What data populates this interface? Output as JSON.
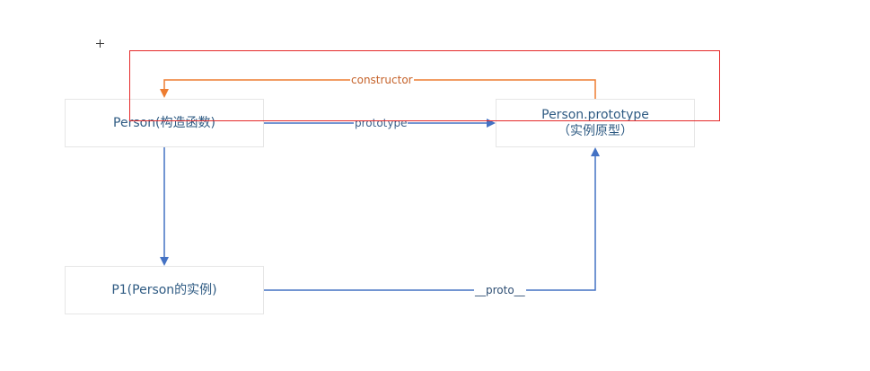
{
  "nodes": {
    "person": {
      "label": "Person(构造函数)"
    },
    "person_prototype": {
      "line1": "Person.prototype",
      "line2": "（实例原型）"
    },
    "p1": {
      "label": "P1(Person的实例)"
    }
  },
  "edges": {
    "prototype": {
      "label": "prototype",
      "color": "#4472c4"
    },
    "constructor": {
      "label": "constructor",
      "color": "#ed7d31"
    },
    "proto": {
      "label": "__proto__",
      "color": "#4472c4"
    },
    "instantiation": {
      "color": "#4472c4"
    }
  },
  "highlight": {
    "color": "#e52a2a"
  },
  "cursor_icon": "crosshair-icon"
}
